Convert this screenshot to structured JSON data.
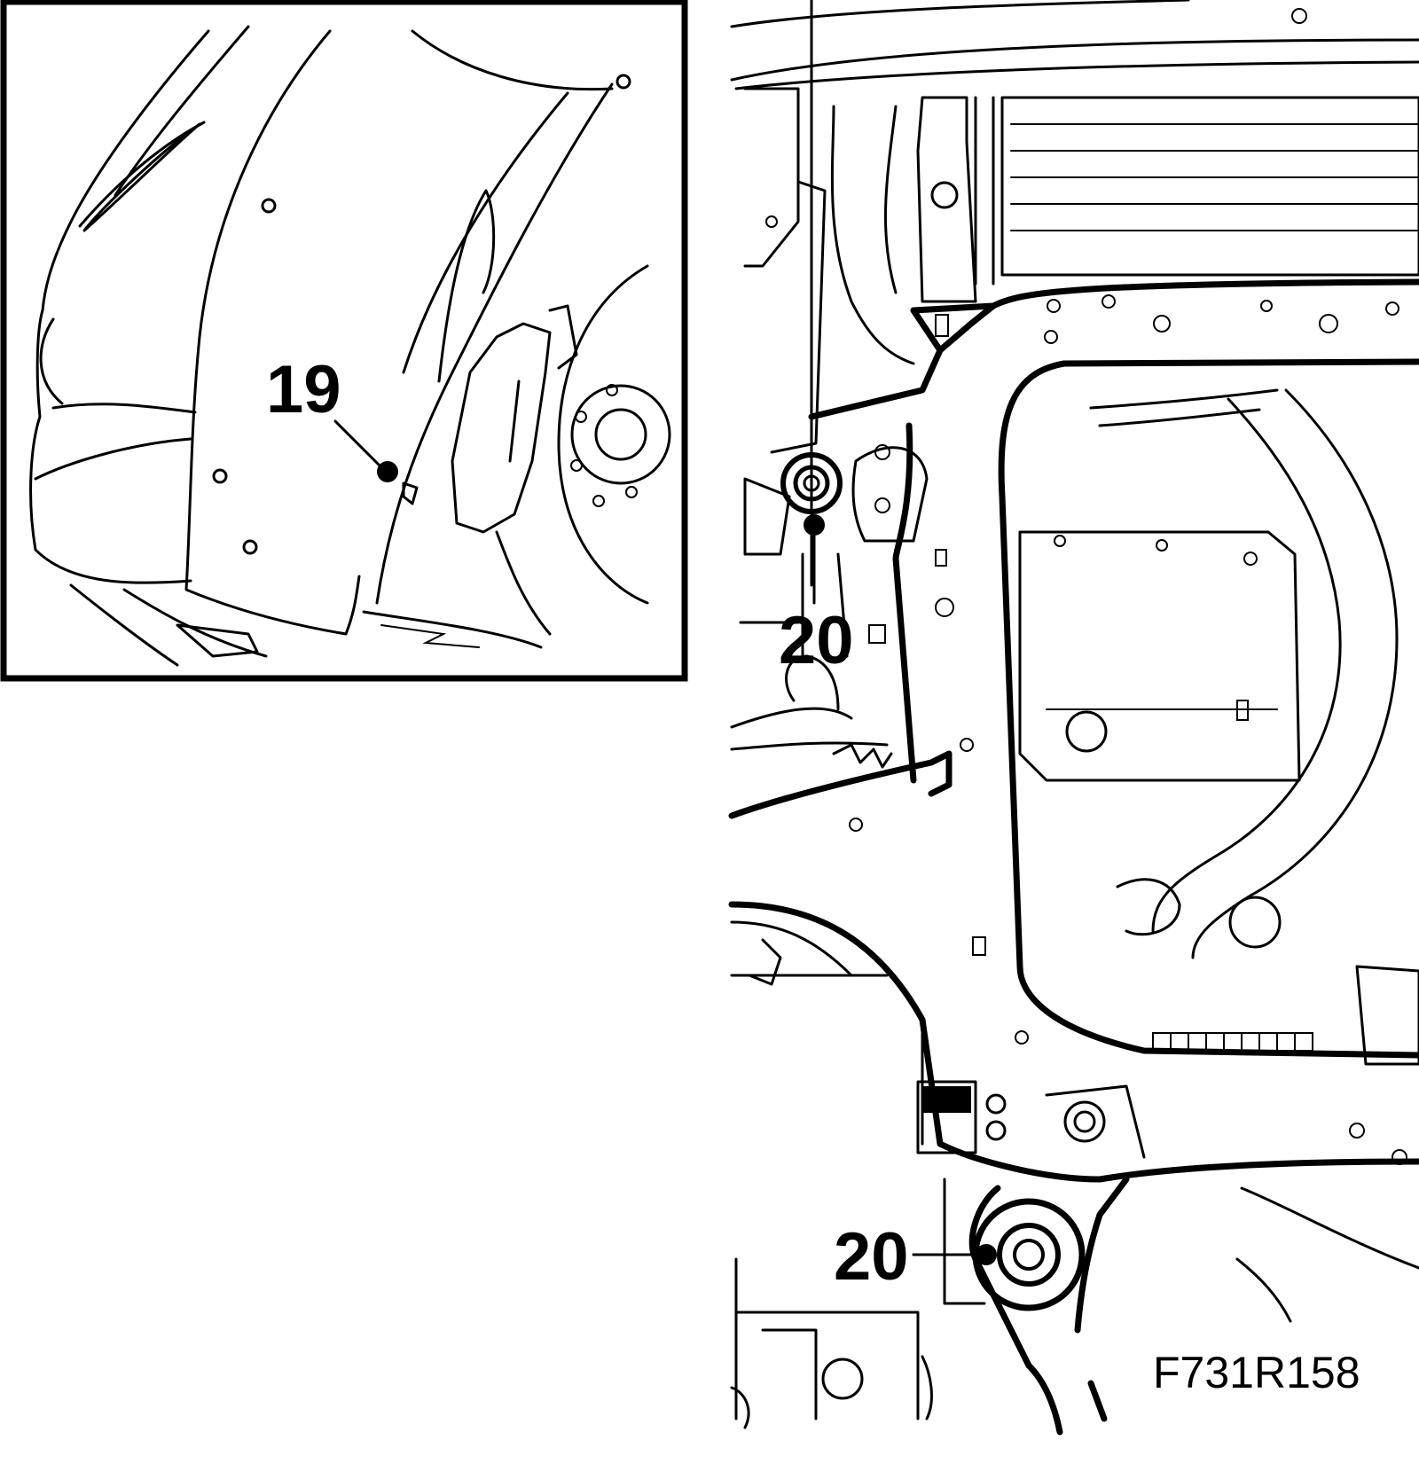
{
  "callouts": {
    "c19": "19",
    "c20_upper": "20",
    "c20_lower": "20"
  },
  "figure_code": "F731R158",
  "colors": {
    "line": "#000000",
    "background": "#ffffff"
  }
}
